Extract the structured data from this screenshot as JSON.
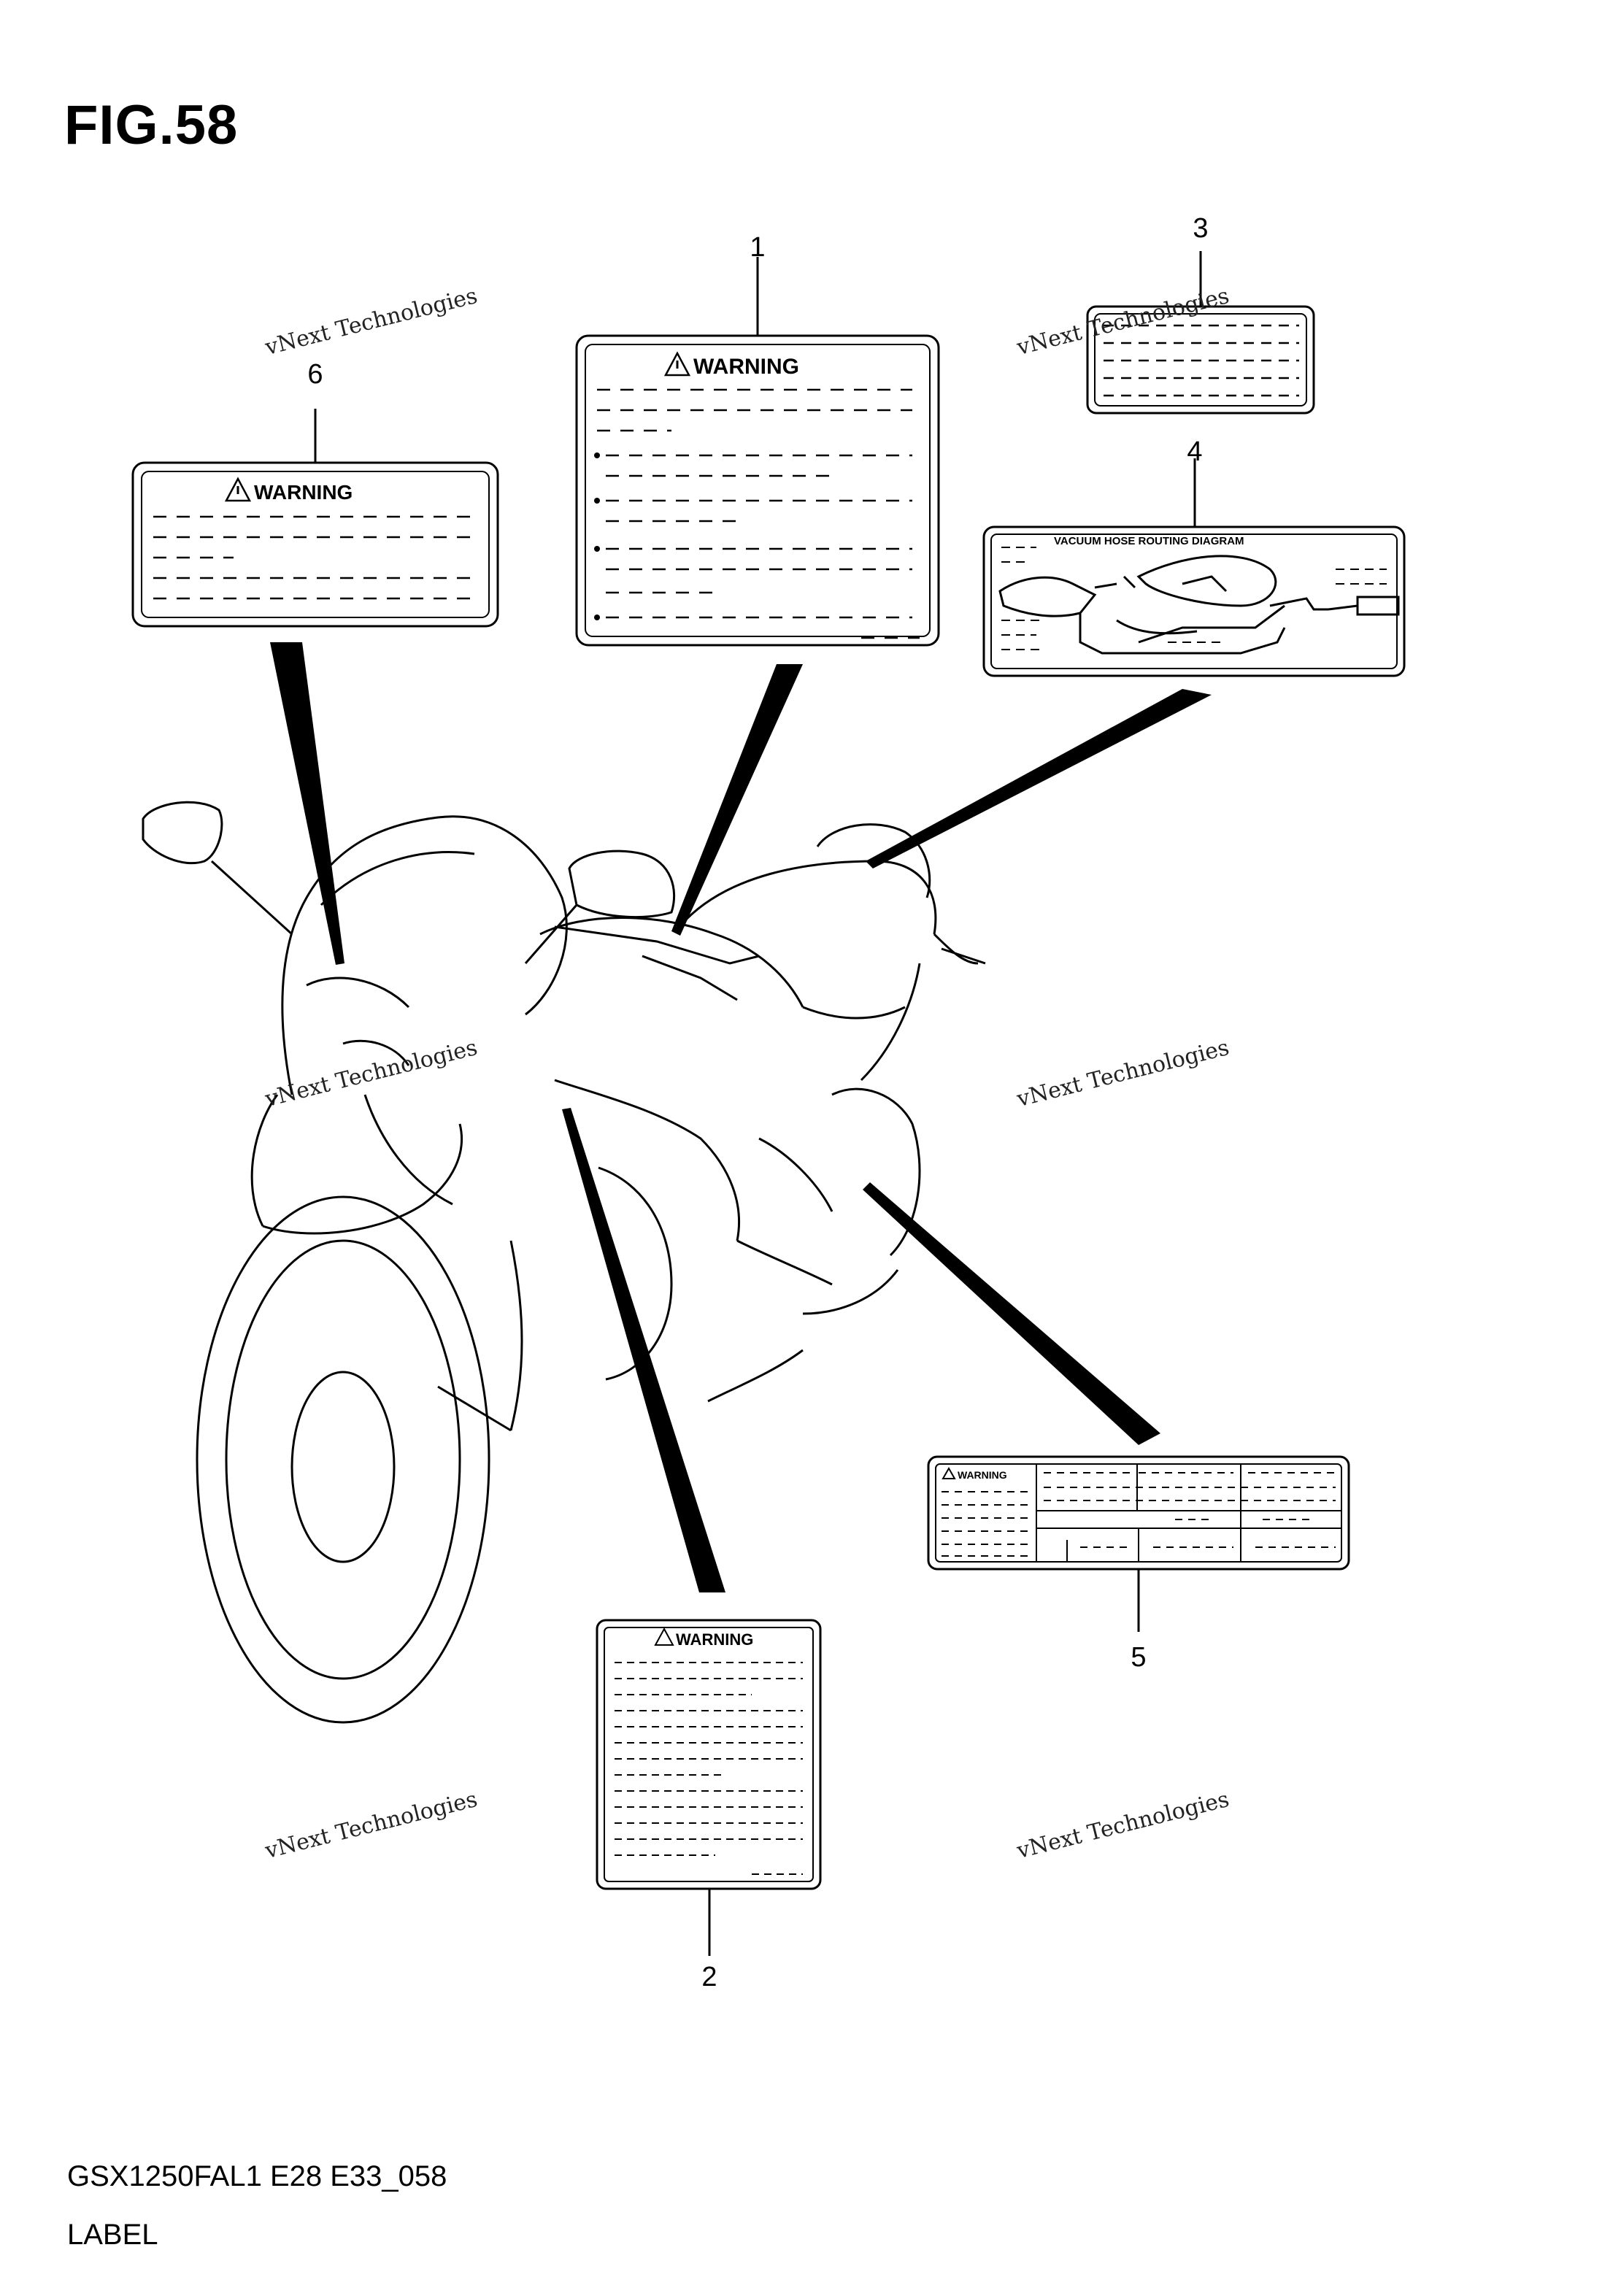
{
  "figure": {
    "title": "FIG.58",
    "model_code": "GSX1250FAL1 E28 E33_058",
    "section_label": "LABEL"
  },
  "callouts": [
    "1",
    "2",
    "3",
    "4",
    "5",
    "6"
  ],
  "labels": {
    "warning_text": "WARNING",
    "vacuum_diagram_title": "VACUUM HOSE ROUTING DIAGRAM"
  },
  "watermark": {
    "line1": "vNext Technologies",
    "line2": "vNext Technologies"
  }
}
